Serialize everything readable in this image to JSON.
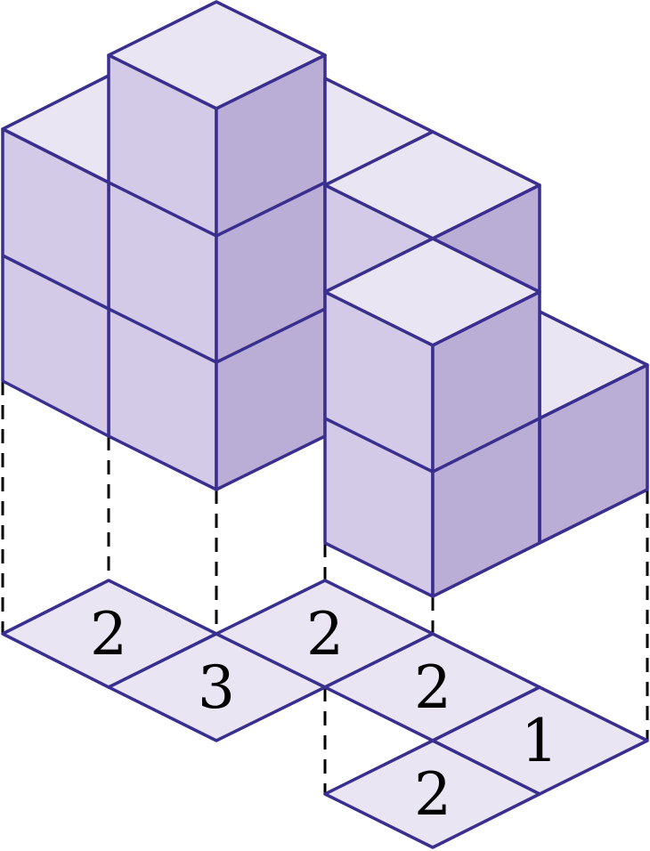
{
  "figure": {
    "colors": {
      "top_face": "#e9e5f3",
      "left_face": "#d2cae6",
      "right_face": "#bbaed6",
      "edge": "#3a2f8f",
      "projection_line": "#000000",
      "label": "#000000"
    },
    "base_counts": [
      {
        "cell": "back-left",
        "value": "2"
      },
      {
        "cell": "front-left",
        "value": "3"
      },
      {
        "cell": "back-middle",
        "value": "2"
      },
      {
        "cell": "middle",
        "value": "2"
      },
      {
        "cell": "right",
        "value": "1"
      },
      {
        "cell": "front-middle",
        "value": "2"
      }
    ]
  }
}
